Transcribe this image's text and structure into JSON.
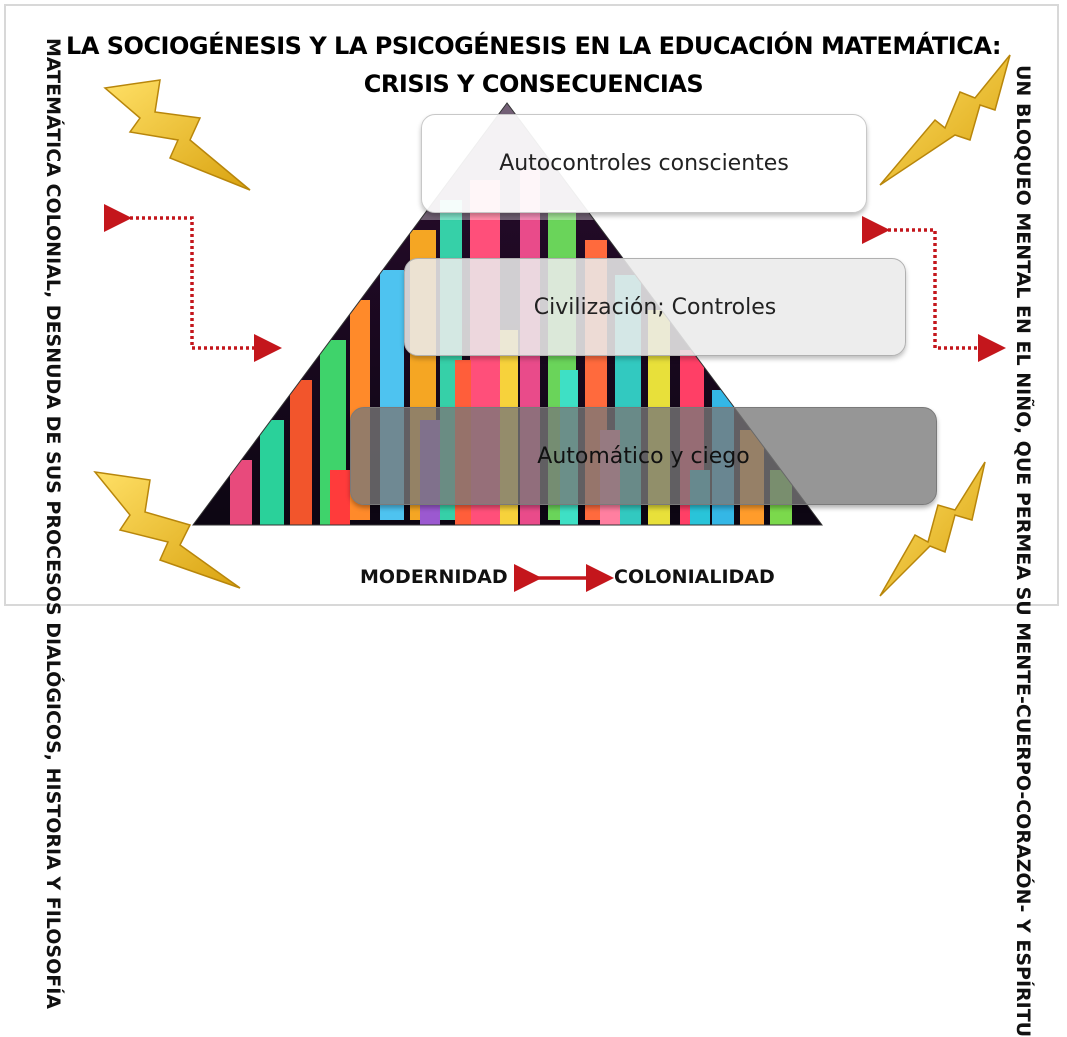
{
  "title": {
    "line1": "LA SOCIOGÉNESIS Y LA PSICOGÉNESIS EN LA EDUCACIÓN MATEMÁTICA:",
    "line2": "CRISIS Y CONSECUENCIAS"
  },
  "left_side": {
    "text": "MATEMÁTICA COLONIAL, DESNUDA DE SUS PROCESOS DIALÓGICOS, HISTORIA Y FILOSOFÍA"
  },
  "right_side": {
    "text": "UN BLOQUEO MENTAL EN EL NIÑO, QUE PERMEA SU MENTE-CUERPO-CORAZÓN- Y ESPÍRITU"
  },
  "pyramid": {
    "levels": [
      {
        "label": "Autocontroles conscientes"
      },
      {
        "label": "Civilización; Controles"
      },
      {
        "label": "Automático y ciego"
      }
    ]
  },
  "bottom": {
    "left": "MODERNIDAD",
    "right": "COLONIALIDAD"
  },
  "colors": {
    "arrow": "#c4161c",
    "lightning": "#f2c01e",
    "lightning_edge": "#b8860b"
  }
}
